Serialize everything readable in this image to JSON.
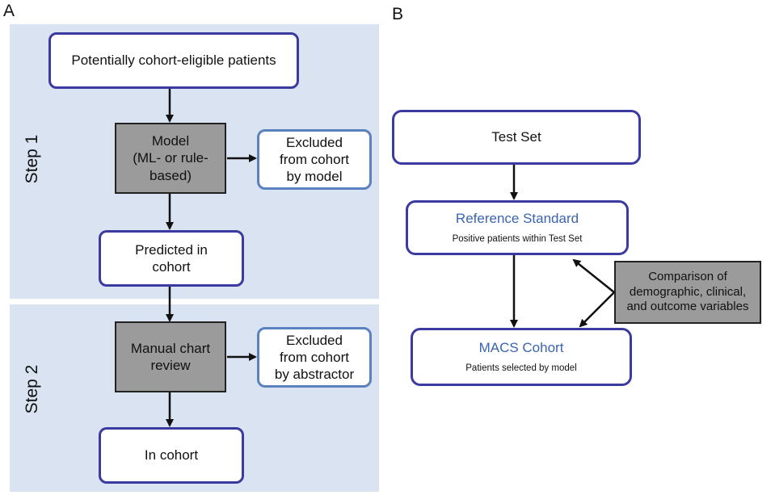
{
  "panel_a": {
    "label": "A",
    "step1_label": "Step 1",
    "step2_label": "Step 2",
    "nodes": {
      "eligible": "Potentially cohort-eligible patients",
      "model": [
        "Model",
        "(ML- or rule-",
        "based)"
      ],
      "excluded_model": [
        "Excluded",
        "from cohort",
        "by model"
      ],
      "predicted": [
        "Predicted in",
        "cohort"
      ],
      "manual_review": [
        "Manual chart",
        "review"
      ],
      "excluded_abstractor": [
        "Excluded",
        "from cohort",
        "by abstractor"
      ],
      "in_cohort": "In cohort"
    }
  },
  "panel_b": {
    "label": "B",
    "test_set": "Test Set",
    "reference_standard": {
      "title": "Reference Standard",
      "subtitle": "Positive patients within Test Set"
    },
    "macs_cohort": {
      "title": "MACS Cohort",
      "subtitle": "Patients selected by model"
    },
    "comparison": [
      "Comparison of",
      "demographic, clinical,",
      "and outcome variables"
    ]
  },
  "colors": {
    "step_background": "#d9e3f2",
    "box_border": "#3a3aa0",
    "excluded_border": "#5a82bf",
    "gray_box": "#9b9b9b",
    "blue_title": "#3a64b0"
  }
}
